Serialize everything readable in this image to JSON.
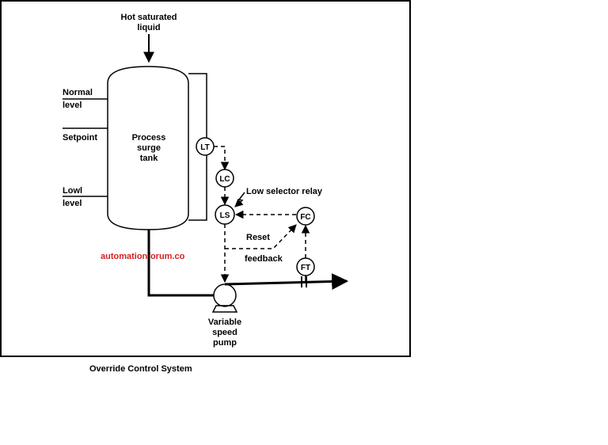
{
  "labels": {
    "inlet_line1": "Hot saturated",
    "inlet_line2": "liquid",
    "normal_line1": "Normal",
    "normal_line2": "level",
    "setpoint": "Setpoint",
    "low_line1": "Lowl",
    "low_line2": "level",
    "tank_line1": "Process",
    "tank_line2": "surge",
    "tank_line3": "tank",
    "low_selector": "Low selector relay",
    "reset": "Reset",
    "feedback": "feedback",
    "pump_line1": "Variable",
    "pump_line2": "speed",
    "pump_line3": "pump",
    "caption": "Override Control System"
  },
  "instruments": {
    "lt": "LT",
    "lc": "LC",
    "ls": "LS",
    "fc": "FC",
    "ft": "FT"
  },
  "watermark": {
    "text": "automationforum.co",
    "color": "#d42020"
  },
  "colors": {
    "line": "#000000",
    "background": "#ffffff"
  }
}
